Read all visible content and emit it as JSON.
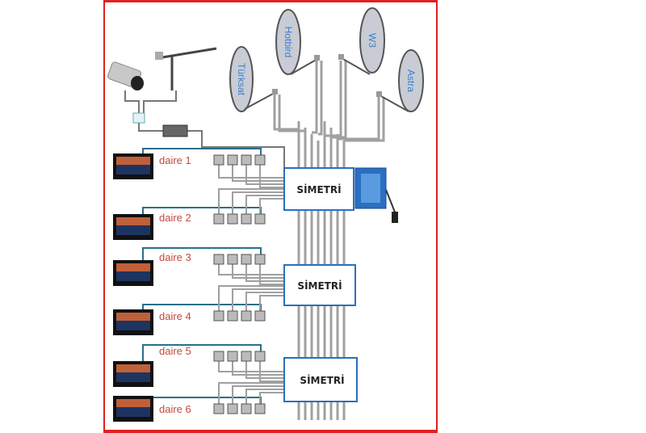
{
  "satellites": [
    {
      "name": "Türksat"
    },
    {
      "name": "Hotbird"
    },
    {
      "name": "W3"
    },
    {
      "name": "Astra"
    }
  ],
  "multiswitch_label": "SİMETRİ",
  "apartments": [
    {
      "label": "daire 1"
    },
    {
      "label": "daire 2"
    },
    {
      "label": "daire 3"
    },
    {
      "label": "daire 4"
    },
    {
      "label": "daire 5"
    },
    {
      "label": "daire 6"
    }
  ],
  "colors": {
    "frame": "#e02020",
    "label": "#c04a40",
    "cable_blue": "#2a6f8a",
    "cable_gray": "#a0a0a0",
    "psu": "#2a6fc0",
    "dish_text": "#3a7fd0"
  }
}
